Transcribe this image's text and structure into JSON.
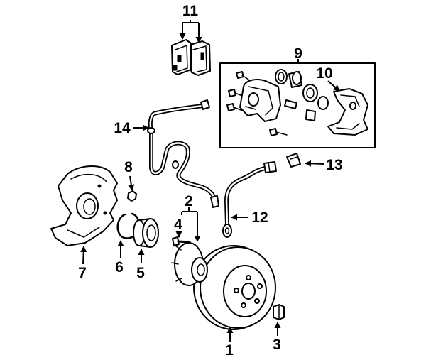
{
  "callouts": [
    "1",
    "2",
    "3",
    "4",
    "5",
    "6",
    "7",
    "8",
    "9",
    "10",
    "11",
    "12",
    "13",
    "14"
  ],
  "colors": {
    "line": "#000000",
    "background": "#ffffff"
  }
}
